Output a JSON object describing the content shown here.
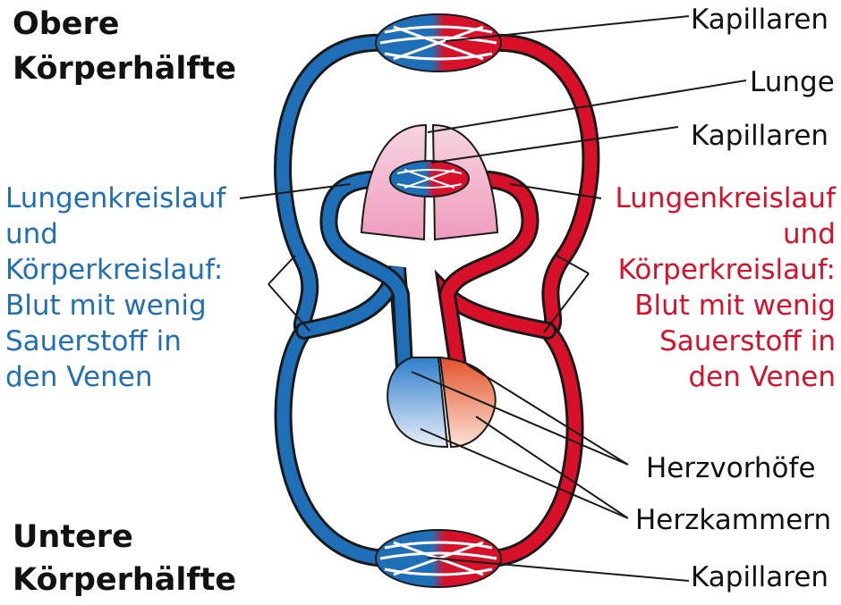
{
  "headings": {
    "upper_body": [
      "Obere",
      "Körperhälfte"
    ],
    "lower_body": [
      "Untere",
      "Körperhälfte"
    ]
  },
  "labels": {
    "capillaries_top": "Kapillaren",
    "lung": "Lunge",
    "capillaries_lung": "Kapillaren",
    "atria": "Herzvorhöfe",
    "ventricles": "Herzkammern",
    "capillaries_bottom": "Kapillaren"
  },
  "left_text": {
    "lines": [
      "Lungenkreislauf",
      "und",
      "Körperkreislauf:",
      "Blut mit wenig",
      "Sauerstoff in",
      "den Venen"
    ]
  },
  "right_text": {
    "lines": [
      "Lungenkreislauf",
      "und",
      "Körperkreislauf:",
      "Blut mit wenig",
      "Sauerstoff in",
      "den Venen"
    ]
  },
  "colors": {
    "deoxygenated_blood": "#1f6fb8",
    "oxygenated_blood": "#d8102a",
    "lung": "#f2c6d8",
    "outline": "#1a1a1a"
  }
}
